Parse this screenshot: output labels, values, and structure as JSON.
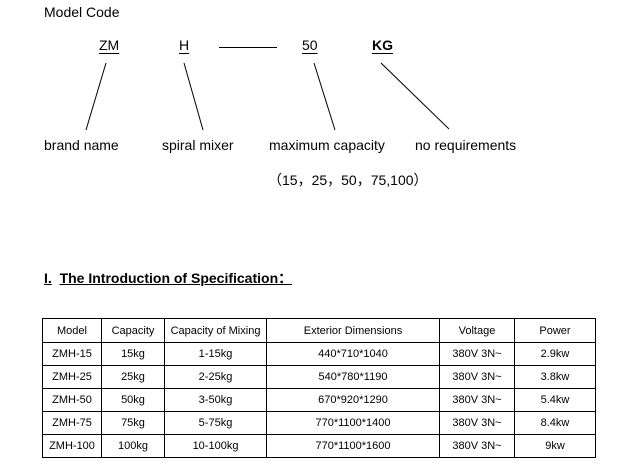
{
  "model_code": {
    "title": "Model Code",
    "parts": {
      "zm": "ZM",
      "h": "H",
      "capacity": "50",
      "kg": "KG"
    }
  },
  "labels": {
    "brand": "brand name",
    "spiral": "spiral mixer",
    "maxcap": "maximum capacity",
    "noreq": "no requirements",
    "capacity_list": "（15，25，50，75,100）"
  },
  "section": {
    "number": "I.",
    "title": "The Introduction of Specification："
  },
  "table": {
    "headers": [
      "Model",
      "Capacity",
      "Capacity of Mixing",
      "Exterior Dimensions",
      "Voltage",
      "Power"
    ],
    "rows": [
      [
        "ZMH-15",
        "15kg",
        "1-15kg",
        "440*710*1040",
        "380V 3N~",
        "2.9kw"
      ],
      [
        "ZMH-25",
        "25kg",
        "2-25kg",
        "540*780*1190",
        "380V 3N~",
        "3.8kw"
      ],
      [
        "ZMH-50",
        "50kg",
        "3-50kg",
        "670*920*1290",
        "380V 3N~",
        "5.4kw"
      ],
      [
        "ZMH-75",
        "75kg",
        "5-75kg",
        "770*1100*1400",
        "380V 3N~",
        "8.4kw"
      ],
      [
        "ZMH-100",
        "100kg",
        "10-100kg",
        "770*1100*1600",
        "380V 3N~",
        "9kw"
      ]
    ]
  }
}
